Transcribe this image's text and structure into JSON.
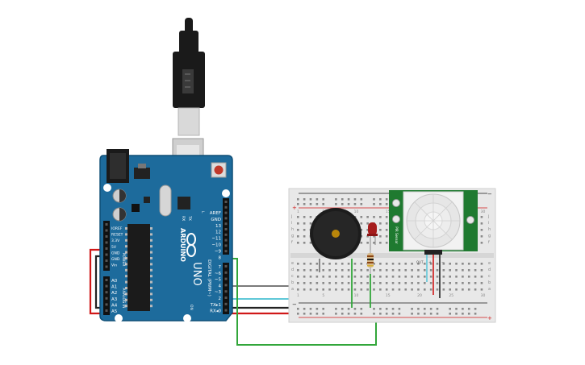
{
  "arduino": {
    "logo_text": "ARDUINO",
    "model_label": "UNO",
    "digital_label": "DIGITAL (PWM~)",
    "power_label": "POWER",
    "analog_label": "ANALOG IN",
    "power_pins": [
      "IOREF",
      "RESET",
      "3.3V",
      "5V",
      "GND",
      "GND",
      "Vin"
    ],
    "analog_pins": [
      "A0",
      "A1",
      "A2",
      "A3",
      "A4",
      "A5"
    ],
    "top_pins": [
      "AREF",
      "GND",
      "13",
      "12",
      "~11",
      "~10",
      "~9",
      "8"
    ],
    "lower_pins": [
      "7",
      "~6",
      "~5",
      "4",
      "~3",
      "2",
      "TX▸1",
      "RX◂0"
    ],
    "misc_labels": [
      "TX",
      "RX",
      "L",
      "ON"
    ]
  },
  "breadboard": {
    "row_letters_top": [
      "j",
      "i",
      "h",
      "g",
      "f"
    ],
    "row_letters_bottom": [
      "e",
      "d",
      "c",
      "b",
      "a"
    ],
    "column_numbers": [
      "1",
      "5",
      "10",
      "15",
      "20",
      "25",
      "30"
    ],
    "rail_plus": "+",
    "rail_minus": "−"
  },
  "pir_sensor": {
    "side_text": "PIR Sensor",
    "pins": [
      "+",
      "OUT",
      "−"
    ]
  },
  "colors": {
    "board": "#1d6b9c",
    "board_edge": "#0f4f77",
    "breadboard": "#e8e8e8",
    "wire_red": "#d01818",
    "wire_black": "#222222",
    "wire_green": "#32a63a",
    "wire_cyan": "#5fc8d8",
    "wire_gray": "#7a7a7a",
    "pir_board": "#1f7a30"
  }
}
